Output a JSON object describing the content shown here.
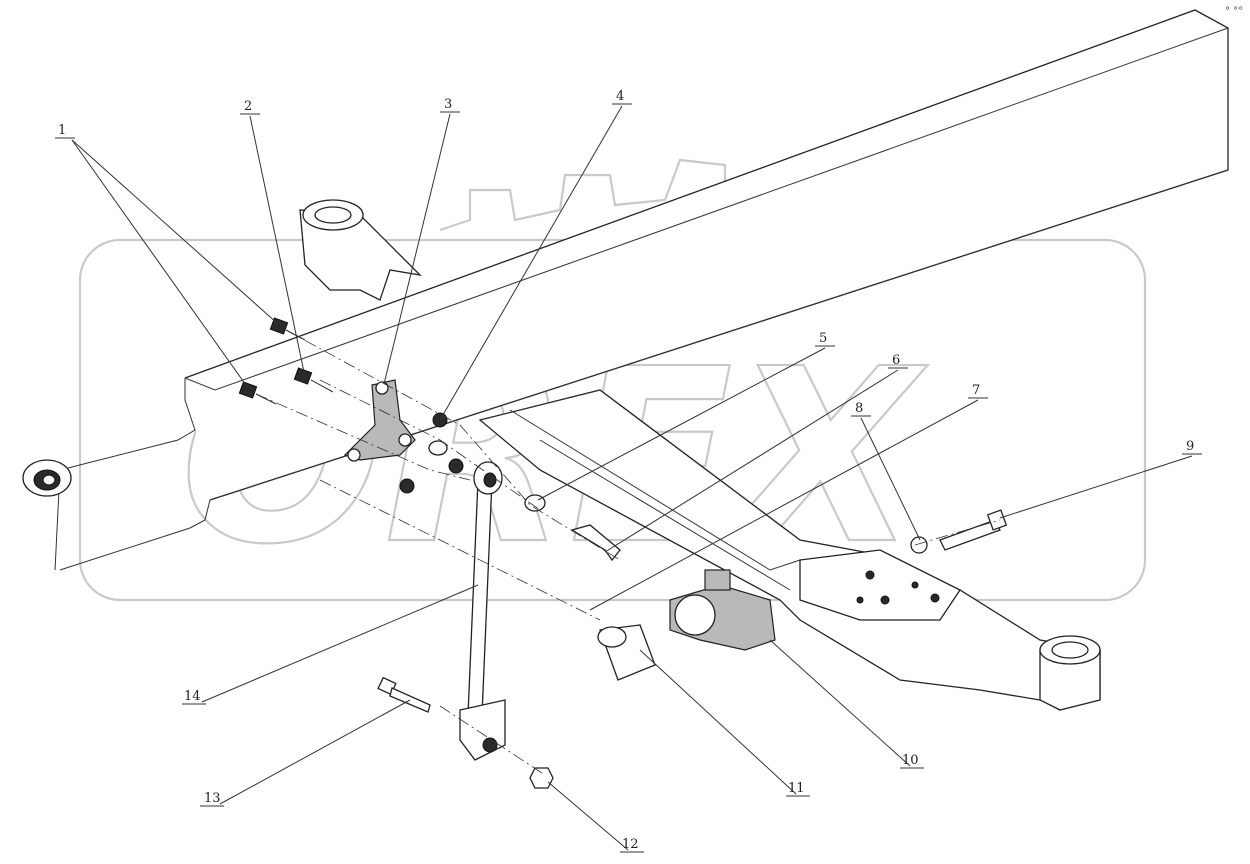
{
  "watermark": {
    "text": "OREX"
  },
  "corner_mark": "° °°",
  "callouts": [
    {
      "id": "1",
      "label": "1"
    },
    {
      "id": "2",
      "label": "2"
    },
    {
      "id": "3",
      "label": "3"
    },
    {
      "id": "4",
      "label": "4"
    },
    {
      "id": "5",
      "label": "5"
    },
    {
      "id": "6",
      "label": "6"
    },
    {
      "id": "7",
      "label": "7"
    },
    {
      "id": "8",
      "label": "8"
    },
    {
      "id": "9",
      "label": "9"
    },
    {
      "id": "10",
      "label": "10"
    },
    {
      "id": "11",
      "label": "11"
    },
    {
      "id": "12",
      "label": "12"
    },
    {
      "id": "13",
      "label": "13"
    },
    {
      "id": "14",
      "label": "14"
    }
  ]
}
